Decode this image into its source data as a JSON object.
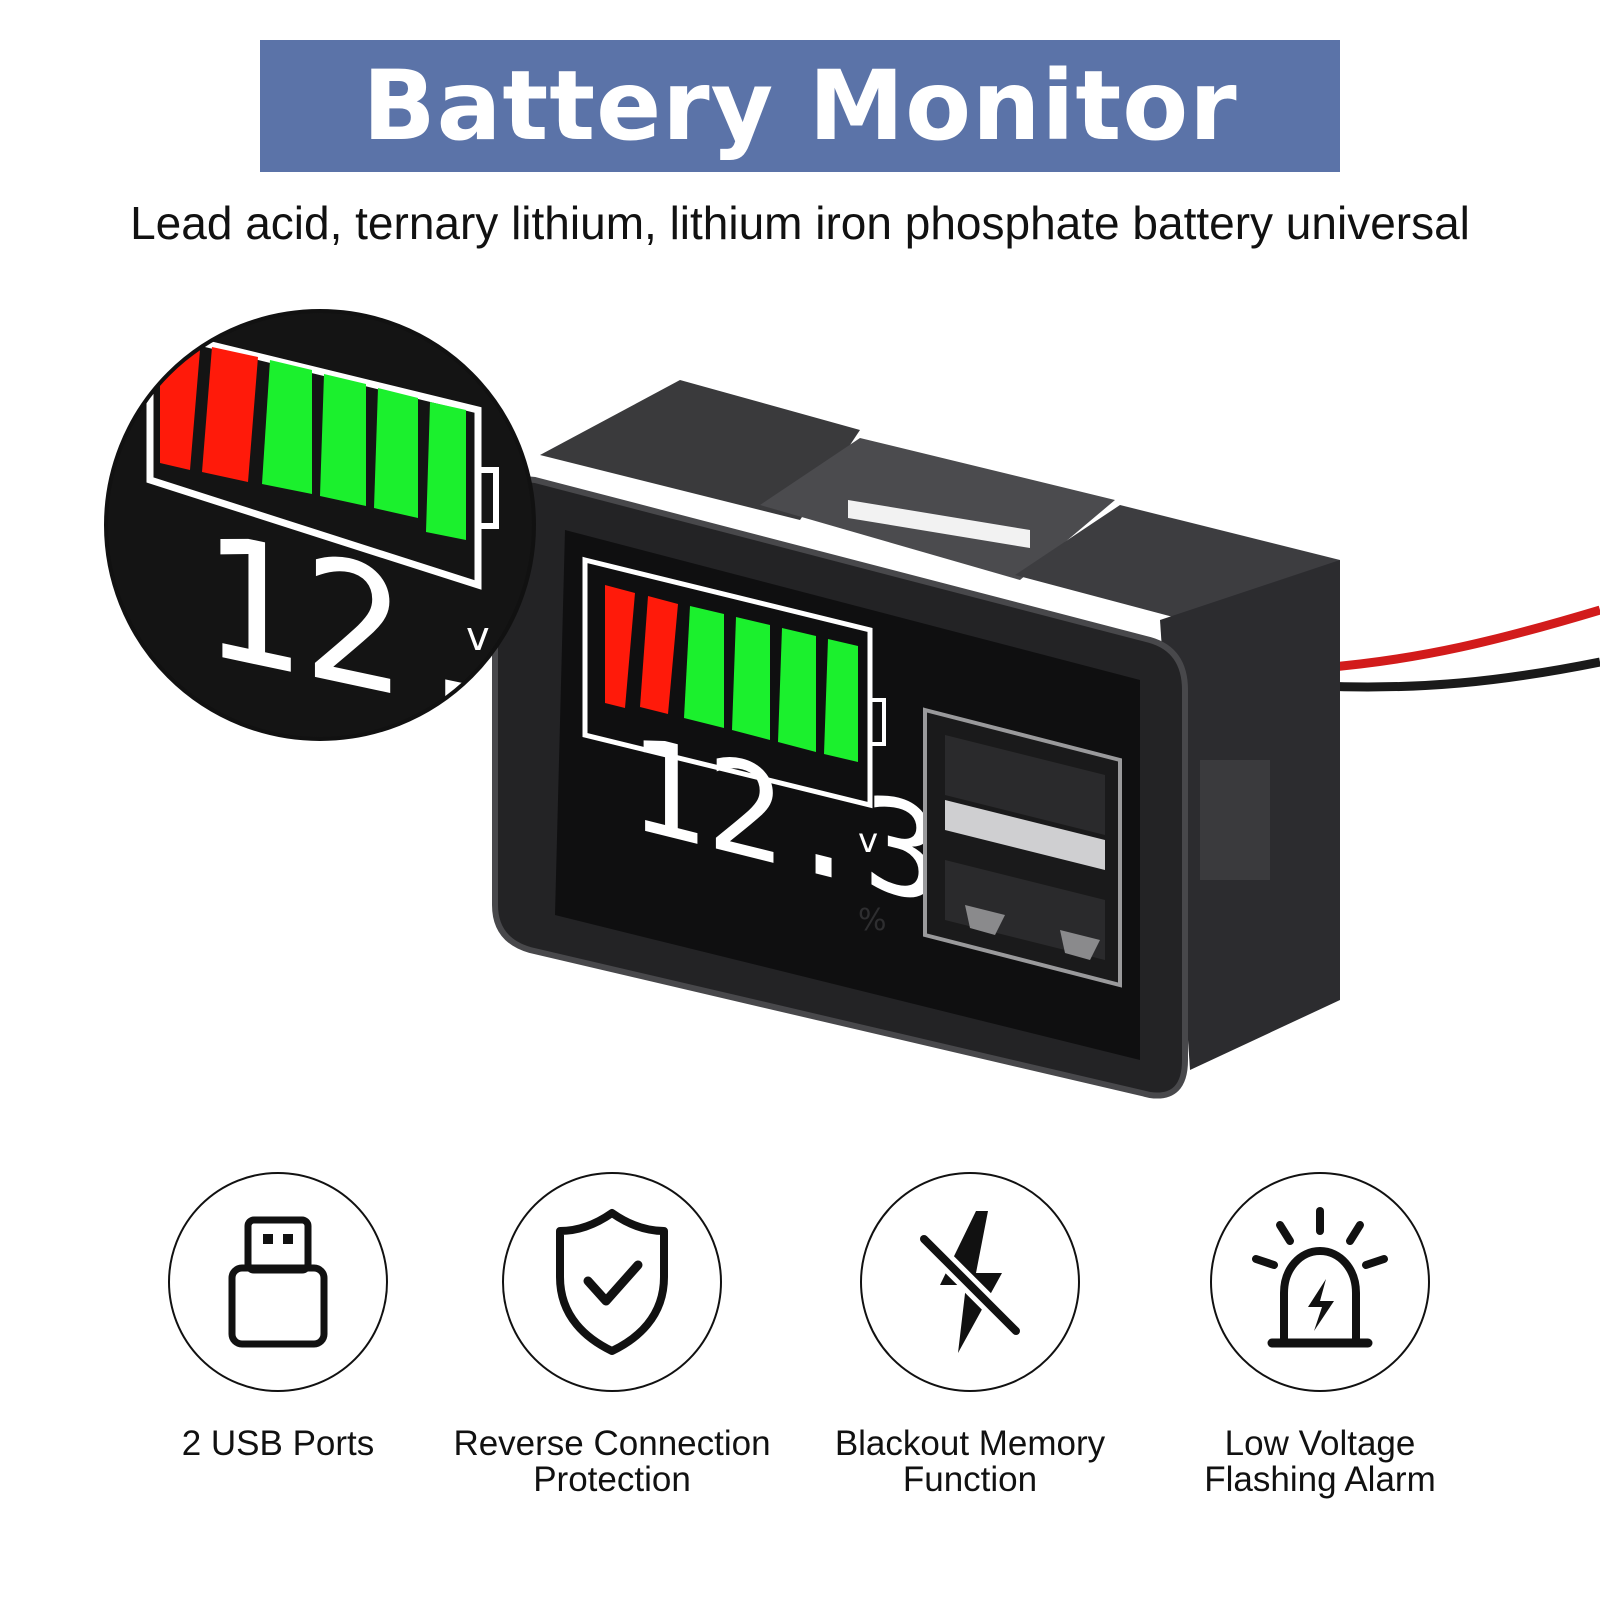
{
  "banner": {
    "title": "Battery Monitor",
    "background": "#5b73a8"
  },
  "subtitle": "Lead acid, ternary lithium, lithium iron phosphate battery universal",
  "display": {
    "voltage": "12.3",
    "unit": "v",
    "percent_symbol": "%",
    "battery_level_bars": 6,
    "red_bars": 2,
    "green_bars": 4,
    "colors": {
      "red": "#ff1a0a",
      "green": "#1bf02d",
      "digits": "#ffffff"
    }
  },
  "features": [
    {
      "icon": "usb-icon",
      "lines": [
        "2 USB Ports"
      ]
    },
    {
      "icon": "shield-check-icon",
      "lines": [
        "Reverse Connection",
        "Protection"
      ]
    },
    {
      "icon": "no-lightning-icon",
      "lines": [
        "Blackout Memory",
        "Function"
      ]
    },
    {
      "icon": "alarm-light-icon",
      "lines": [
        "Low Voltage",
        "Flashing Alarm"
      ]
    }
  ]
}
